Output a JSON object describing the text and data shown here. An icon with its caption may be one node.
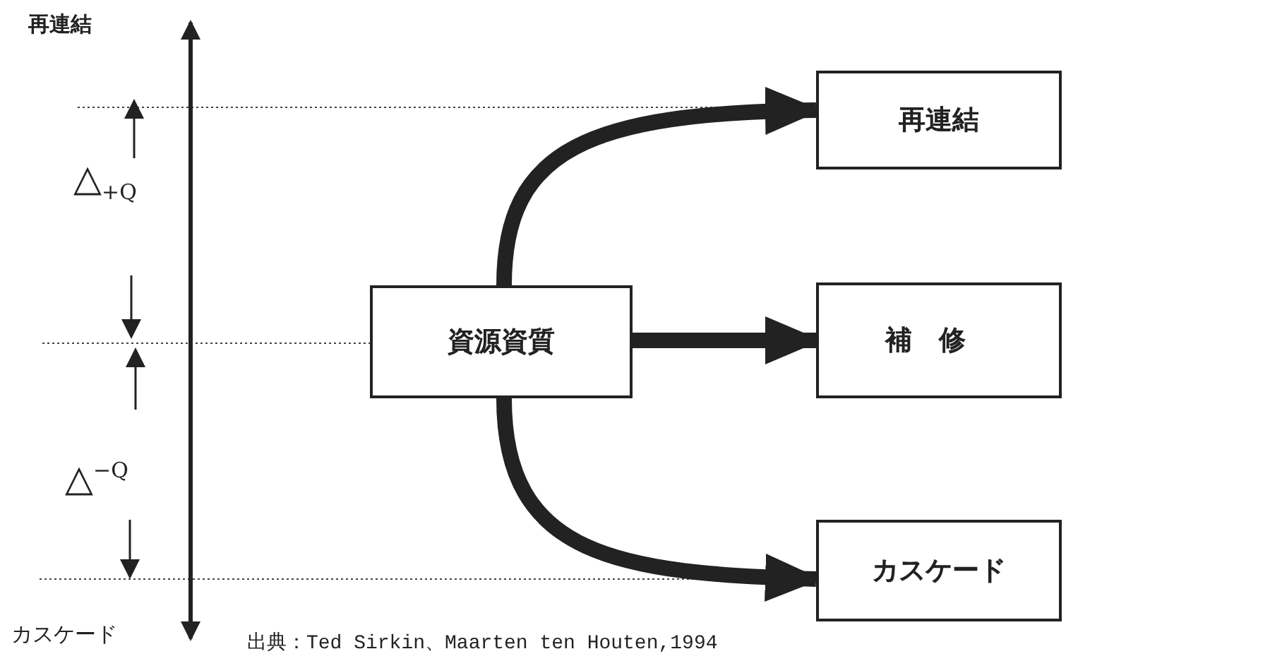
{
  "diagram": {
    "caption": "出典：Ted Sirkin、Maarten ten Houten,1994",
    "nodes": [
      {
        "text": [
          "資源資質"
        ]
      },
      {
        "text": [
          "再連結"
        ]
      },
      {
        "text": [
          "補修"
        ]
      },
      {
        "text": [
          "カスケード"
        ]
      }
    ],
    "edges": [
      {
        "from": 0,
        "to": 1,
        "arrow": "to"
      },
      {
        "from": 0,
        "to": 2,
        "arrow": "to"
      },
      {
        "from": 0,
        "to": 3,
        "arrow": "to"
      }
    ],
    "labels": [
      "再連結",
      "△$_{+Q}$",
      "△$^{−Q}$",
      "カスケード"
    ]
  }
}
